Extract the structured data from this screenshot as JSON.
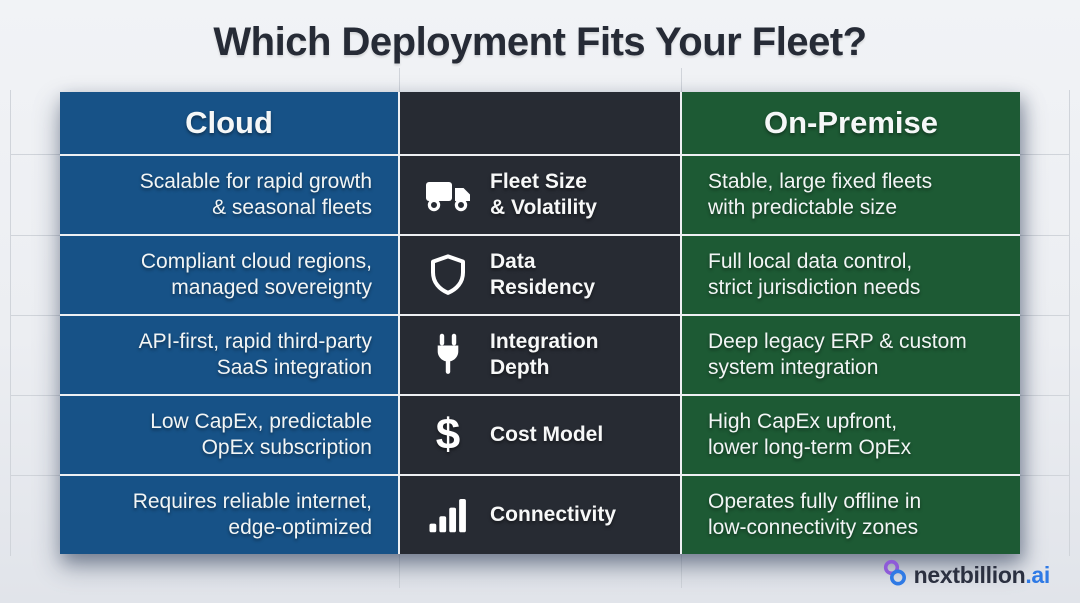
{
  "title": "Which Deployment Fits Your Fleet?",
  "table": {
    "headers": {
      "cloud": "Cloud",
      "criteria": "",
      "onpremise": "On-Premise"
    },
    "rows": [
      {
        "icon": "truck-icon",
        "criterion": "Fleet Size\n& Volatility",
        "cloud": "Scalable for rapid growth\n& seasonal fleets",
        "onpremise": "Stable, large fixed fleets\nwith predictable size"
      },
      {
        "icon": "shield-icon",
        "criterion": "Data\nResidency",
        "cloud": "Compliant cloud regions,\nmanaged sovereignty",
        "onpremise": "Full local data control,\nstrict jurisdiction needs"
      },
      {
        "icon": "plug-icon",
        "criterion": "Integration\nDepth",
        "cloud": "API-first, rapid third-party\nSaaS integration",
        "onpremise": "Deep legacy ERP & custom\nsystem integration"
      },
      {
        "icon": "dollar-icon",
        "criterion": "Cost Model",
        "cloud": "Low CapEx, predictable\nOpEx subscription",
        "onpremise": "High CapEx upfront,\nlower long-term OpEx"
      },
      {
        "icon": "signal-bars-icon",
        "criterion": "Connectivity",
        "cloud": "Requires reliable internet,\nedge-optimized",
        "onpremise": "Operates fully offline in\nlow-connectivity zones"
      }
    ]
  },
  "icons": {
    "dollar_glyph": "$"
  },
  "footer": {
    "brand_name": "nextbillion",
    "brand_suffix": ".ai"
  },
  "colors": {
    "cloud_blue": "#175287",
    "criteria_charcoal": "#272b33",
    "onpremise_green": "#1d5a34",
    "title_text": "#262b36",
    "brand_text": "#2b3040",
    "brand_accent_blue": "#2f7ae5",
    "brand_accent_purple": "#8e5bd8"
  }
}
